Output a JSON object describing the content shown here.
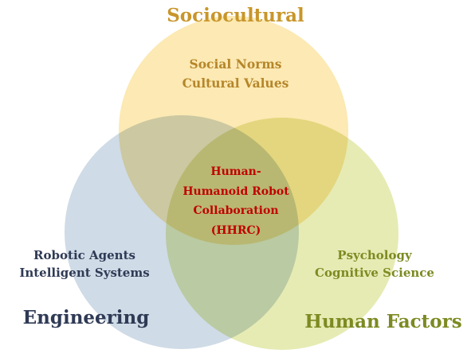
{
  "circles": [
    {
      "key": "sociocultural",
      "fill": "#fce9b3"
    },
    {
      "key": "engineering",
      "fill": "#cfdbe6"
    },
    {
      "key": "human_factors",
      "fill": "#e6ebb4"
    }
  ],
  "sociocultural": {
    "title": "Sociocultural",
    "title_color": "#c8962a",
    "items": [
      "Social Norms",
      "Cultural Values"
    ],
    "items_color": "#b5862a"
  },
  "engineering": {
    "title": "Engineering",
    "title_color": "#2f3a55",
    "items": [
      "Robotic Agents",
      "Intelligent Systems"
    ],
    "items_color": "#2f3a55"
  },
  "human_factors": {
    "title": "Human Factors",
    "title_color": "#7d8a22",
    "items": [
      "Psychology",
      "Cognitive Science"
    ],
    "items_color": "#7d8a22"
  },
  "center": {
    "lines": [
      "Human-",
      "Humanoid Robot",
      "Collaboration",
      "(HHRC)"
    ],
    "color": "#c00000"
  }
}
